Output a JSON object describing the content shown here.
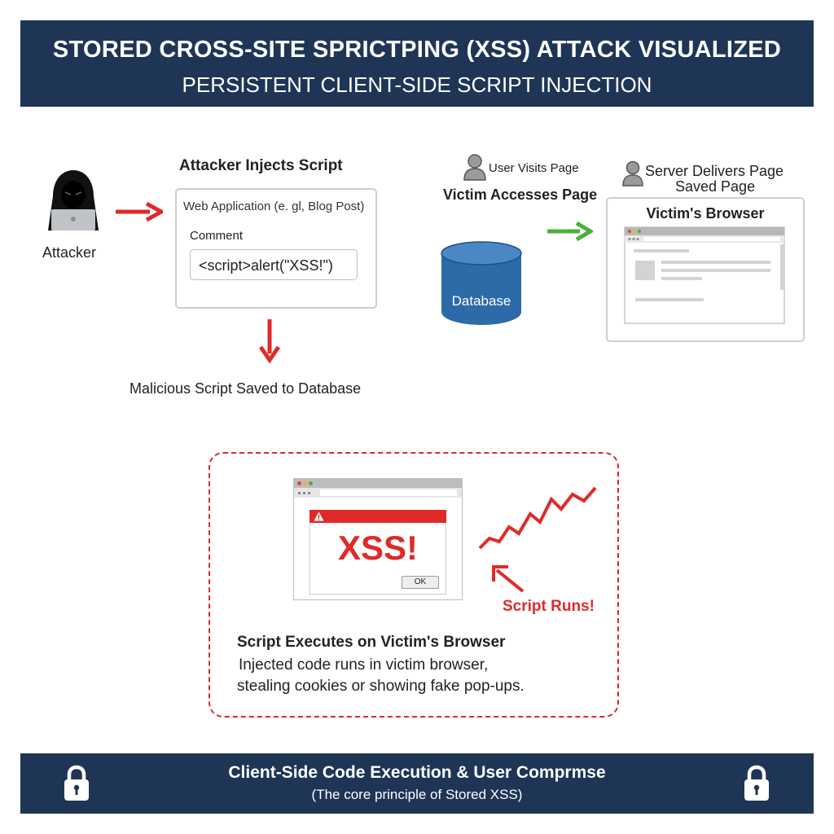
{
  "header": {
    "title": "STORED CROSS-SITE SPRICTPING (XSS) ATTACK VISUALIZED",
    "subtitle": "PERSISTENT CLIENT-SIDE SCRIPT INJECTION"
  },
  "attacker": {
    "label": "Attacker",
    "icon": "hooded-hacker-icon"
  },
  "inject": {
    "title": "Attacker Injects Script",
    "app_label": "Web Application (e. gl, Blog Post)",
    "comment_label": "Comment",
    "comment_value": "<script>alert(\"XSS!\")",
    "saved_label": "Malicious Script Saved to Database"
  },
  "database": {
    "label": "Database",
    "color": "#2d6aa8"
  },
  "victim": {
    "visits_label": "User Visits Page",
    "accesses_label": "Victim Accesses Page",
    "server_line1": "Server Delivers Page",
    "server_line2": "Saved Page",
    "browser_title": "Victim's Browser"
  },
  "execution": {
    "alert_text": "XSS!",
    "ok_label": "OK",
    "script_runs": "Script Runs!",
    "title": "Script Executes on Victim's Browser",
    "desc_line1": "Injected code runs in victim browser,",
    "desc_line2": "stealing cookies or showing fake pop-ups."
  },
  "footer": {
    "title": "Client-Side Code Execution & User Comprmse",
    "subtitle": "(The core principle of Stored XSS)"
  },
  "colors": {
    "banner": "#1f3556",
    "attack_red": "#e02a2a",
    "arrow_green": "#4caf3c"
  }
}
